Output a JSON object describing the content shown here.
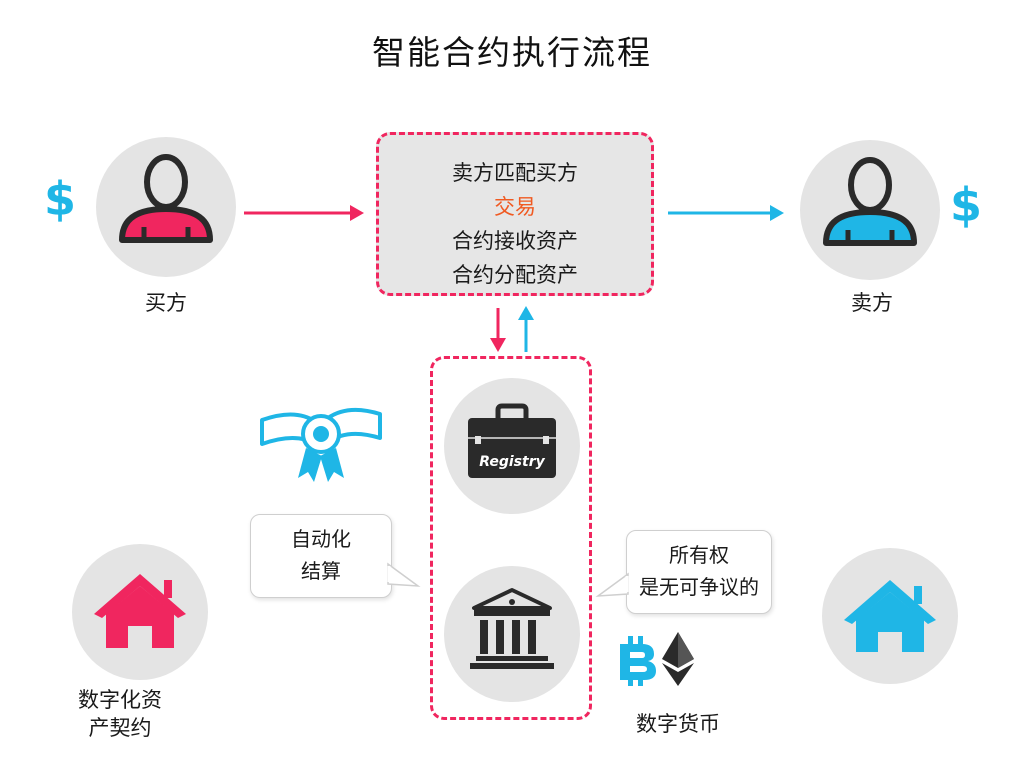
{
  "title": "智能合约执行流程",
  "buyer": {
    "label": "买方",
    "currency_symbol": "$"
  },
  "seller": {
    "label": "卖方",
    "currency_symbol": "$"
  },
  "contract_steps": [
    "卖方匹配买方",
    "交易",
    "合约接收资产",
    "合约分配资产"
  ],
  "registry_label": "Registry",
  "left_bubble": {
    "line1": "自动化",
    "line2": "结算"
  },
  "right_bubble": {
    "line1": "所有权",
    "line2": "是无可争议的"
  },
  "left_asset": {
    "line1": "数字化资",
    "line2": "产契约"
  },
  "right_asset": {
    "label": "数字货币"
  },
  "colors": {
    "pink": "#f0265f",
    "blue": "#1fb6e6",
    "orange_highlight": "#f05a22",
    "circle_gray": "#e4e4e4",
    "dark": "#2a2a2a"
  }
}
